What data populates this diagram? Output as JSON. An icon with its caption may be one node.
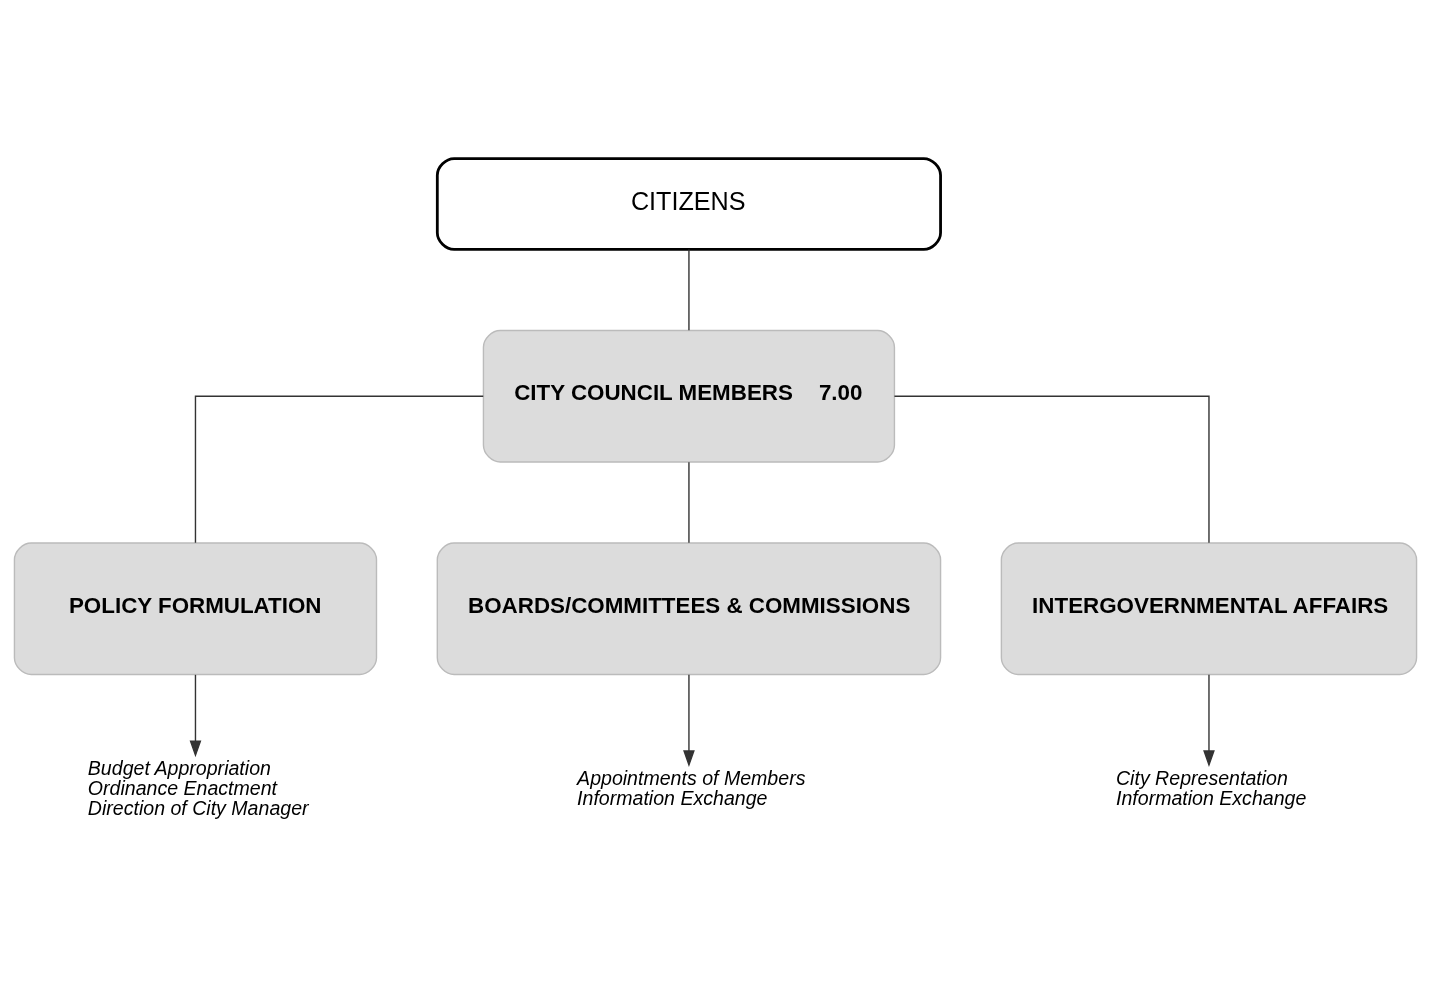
{
  "diagram": {
    "nodes": [
      {
        "text": [
          "CITIZENS"
        ]
      },
      {
        "text": [
          "CITY COUNCIL MEMBERS",
          "7.00"
        ]
      },
      {
        "text": [
          "POLICY FORMULATION"
        ]
      },
      {
        "text": [
          "BOARDS/COMMITTEES & COMMISSIONS"
        ]
      },
      {
        "text": [
          "INTERGOVERNMENTAL AFFAIRS"
        ]
      },
      {
        "text": [
          "Budget Appropriation",
          "Ordinance Enactment",
          "Direction of City Manager"
        ]
      },
      {
        "text": [
          "Appointments of Members",
          "Information Exchange"
        ]
      },
      {
        "text": [
          "City Representation",
          "Information Exchange"
        ]
      }
    ],
    "edges": [
      {
        "from": 0,
        "to": 1,
        "arrow": "none"
      },
      {
        "from": 1,
        "to": 2,
        "arrow": "none"
      },
      {
        "from": 1,
        "to": 3,
        "arrow": "none"
      },
      {
        "from": 1,
        "to": 4,
        "arrow": "none"
      },
      {
        "from": 2,
        "to": 5,
        "arrow": "to"
      },
      {
        "from": 3,
        "to": 6,
        "arrow": "to"
      },
      {
        "from": 4,
        "to": 7,
        "arrow": "to"
      }
    ]
  }
}
